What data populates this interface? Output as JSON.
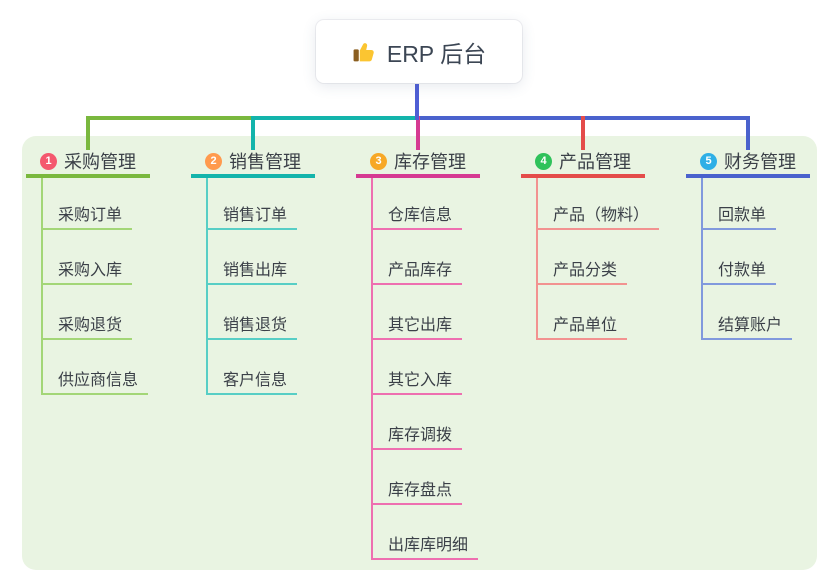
{
  "root": {
    "label": "ERP 后台",
    "icon": "thumbs-up-icon"
  },
  "canvas": {
    "background": "#ffffff",
    "panel_color": "#e9f4e2",
    "stem_color": "#4f5fd5",
    "node_text_color": "#3b4048",
    "root_text_color": "#3c4654"
  },
  "branches": [
    {
      "key": "purchase",
      "number": "1",
      "label": "采购管理",
      "badge_color": "#f4586e",
      "line_color": "#7ab83e",
      "sub_line_color": "#a3d677",
      "items": [
        {
          "key": "purchase-order",
          "label": "采购订单"
        },
        {
          "key": "purchase-inbound",
          "label": "采购入库"
        },
        {
          "key": "purchase-return",
          "label": "采购退货"
        },
        {
          "key": "supplier-info",
          "label": "供应商信息"
        }
      ]
    },
    {
      "key": "sales",
      "number": "2",
      "label": "销售管理",
      "badge_color": "#ff9a4e",
      "line_color": "#13b4ab",
      "sub_line_color": "#57cec5",
      "items": [
        {
          "key": "sales-order",
          "label": "销售订单"
        },
        {
          "key": "sales-outbound",
          "label": "销售出库"
        },
        {
          "key": "sales-return",
          "label": "销售退货"
        },
        {
          "key": "customer-info",
          "label": "客户信息"
        }
      ]
    },
    {
      "key": "inventory",
      "number": "3",
      "label": "库存管理",
      "badge_color": "#f7a826",
      "line_color": "#d63a92",
      "sub_line_color": "#ee6fb0",
      "items": [
        {
          "key": "warehouse-info",
          "label": "仓库信息"
        },
        {
          "key": "product-stock",
          "label": "产品库存"
        },
        {
          "key": "other-outbound",
          "label": "其它出库"
        },
        {
          "key": "other-inbound",
          "label": "其它入库"
        },
        {
          "key": "stock-transfer",
          "label": "库存调拨"
        },
        {
          "key": "stock-check",
          "label": "库存盘点"
        },
        {
          "key": "outbound-detail",
          "label": "出库库明细"
        }
      ]
    },
    {
      "key": "product",
      "number": "4",
      "label": "产品管理",
      "badge_color": "#2fc25b",
      "line_color": "#e44c4a",
      "sub_line_color": "#f29290",
      "items": [
        {
          "key": "product-material",
          "label": "产品（物料）"
        },
        {
          "key": "product-category",
          "label": "产品分类"
        },
        {
          "key": "product-unit",
          "label": "产品单位"
        }
      ]
    },
    {
      "key": "finance",
      "number": "5",
      "label": "财务管理",
      "badge_color": "#2eafe6",
      "line_color": "#4a62cd",
      "sub_line_color": "#8199dd",
      "items": [
        {
          "key": "receipt-order",
          "label": "回款单"
        },
        {
          "key": "payment-order",
          "label": "付款单"
        },
        {
          "key": "settlement-account",
          "label": "结算账户"
        }
      ]
    }
  ]
}
